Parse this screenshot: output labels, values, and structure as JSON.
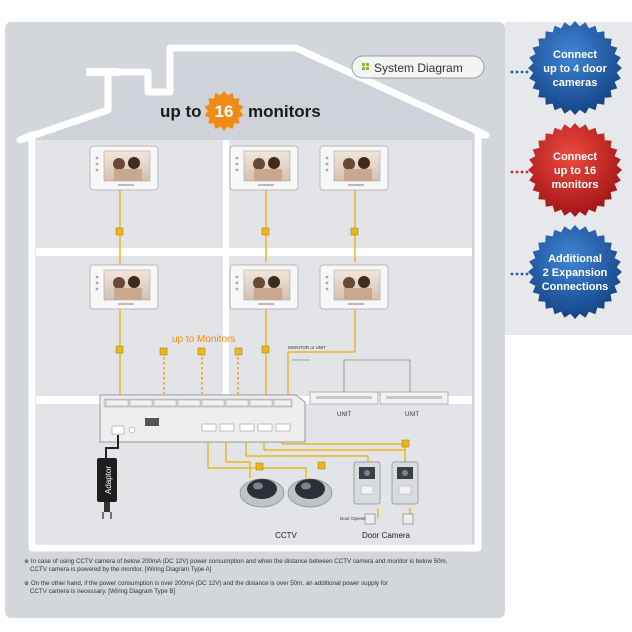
{
  "header": {
    "system_diagram_label": "System Diagram",
    "headline_before": "up to",
    "headline_number": "16",
    "headline_after": "monitors"
  },
  "badges": [
    {
      "line1": "Connect",
      "line2": "up to 4 door",
      "line3": "cameras",
      "color": "#1f5aa8"
    },
    {
      "line1": "Connect",
      "line2": "up to 16",
      "line3": "monitors",
      "color": "#d6242a"
    },
    {
      "line1": "Additional",
      "line2": "2 Expansion",
      "line3": "Connections",
      "color": "#1f5aa8"
    }
  ],
  "labels": {
    "up_to_monitors": "up to Monitors",
    "monitor_or_unit": "MONITOR or UNIT",
    "unit_left": "UNIT",
    "unit_right": "UNIT",
    "adaptor": "Adaptor",
    "cctv": "CCTV",
    "door_camera": "Door Camera",
    "door_opener": "Door Opener"
  },
  "notes": [
    "※ In case of using CCTV camera of below 200mA (DC 12V) power consumption and when the distance between CCTV camera and monitor is below 50m,",
    "CCTV camera is powered by the monitor. [Wiring Diagram Type A]",
    "※ On the other hand, if the power consumption is over 200mA (DC 12V) and the distance is over 50m, an additional power supply for",
    "CCTV camera is necessary. [Wiring Diagram Type B]"
  ],
  "colors": {
    "wire": "#e8b820",
    "accent_orange": "#f08a12",
    "house_bg": "#dadde2",
    "badge_blue": "#1f5aa8",
    "badge_red": "#d6242a"
  }
}
